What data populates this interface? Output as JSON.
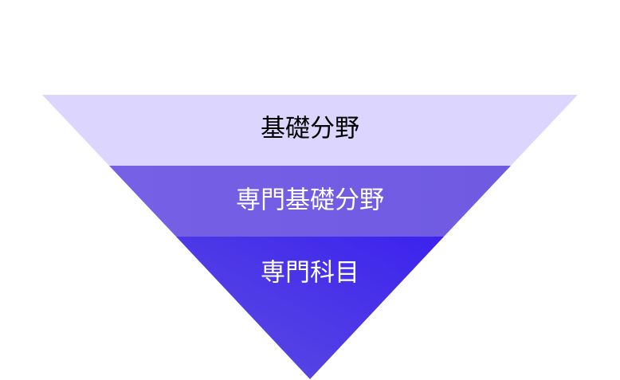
{
  "diagram": {
    "type": "inverted-pyramid",
    "layers": [
      {
        "label": "基礎分野",
        "color": "#dcd5fd",
        "text_color": "#000000"
      },
      {
        "label": "専門基礎分野",
        "color": "#735ee4",
        "text_color": "#ffffff"
      },
      {
        "label": "専門科目",
        "color": "#3c22ee",
        "color_end": "#5d4ee0",
        "text_color": "#ffffff"
      }
    ]
  }
}
